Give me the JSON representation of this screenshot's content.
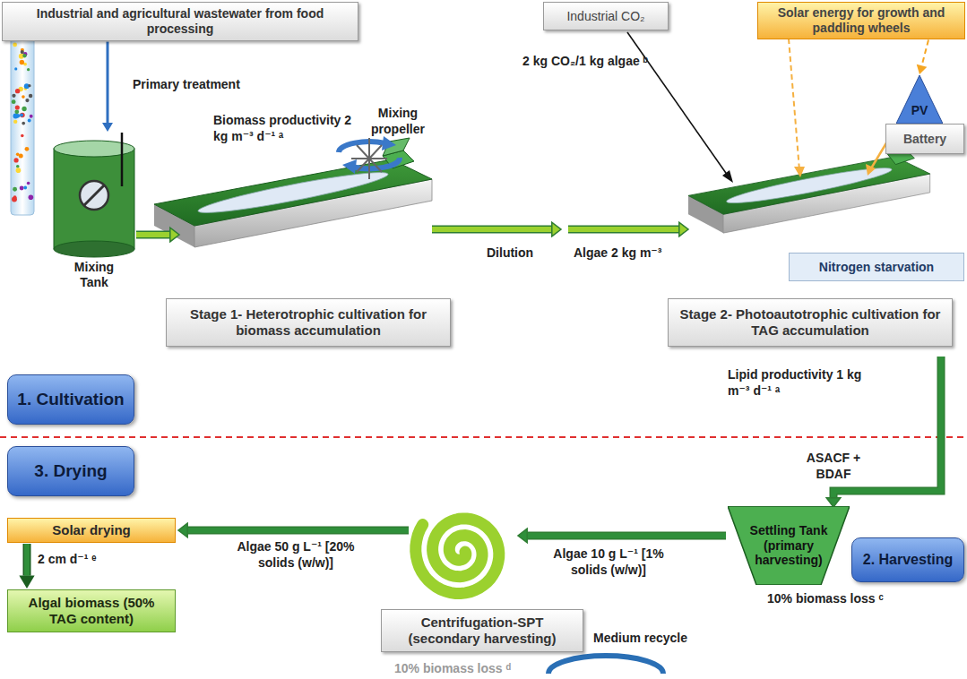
{
  "diagram": {
    "nodes": [
      {
        "text": [
          "Industrial and agricultural wastewater from food processing"
        ]
      },
      {
        "text": [
          "Mixing Tank"
        ]
      },
      {
        "text": [
          "Stage 1- Heterotrophic cultivation for biomass accumulation"
        ]
      },
      {
        "text": [
          "Industrial CO₂"
        ]
      },
      {
        "text": [
          "Solar energy for growth and paddling wheels"
        ]
      },
      {
        "text": [
          "PV"
        ]
      },
      {
        "text": [
          "Battery"
        ]
      },
      {
        "text": [
          "Nitrogen starvation"
        ]
      },
      {
        "text": [
          "Stage 2- Photoautotrophic cultivation for TAG accumulation"
        ]
      },
      {
        "text": [
          "1. Cultivation"
        ]
      },
      {
        "text": [
          "3. Drying"
        ]
      },
      {
        "text": [
          "Settling Tank (primary harvesting)"
        ]
      },
      {
        "text": [
          "2. Harvesting"
        ]
      },
      {
        "text": [
          "Centrifugation-SPT (secondary harvesting)"
        ]
      },
      {
        "text": [
          "Solar drying"
        ]
      },
      {
        "text": [
          "Algal biomass (50% TAG content)"
        ]
      }
    ],
    "edges": [
      {
        "from": 0,
        "to": 1,
        "arrow": "to"
      },
      {
        "from": 4,
        "to": 5,
        "arrow": "to"
      },
      {
        "from": 14,
        "to": 15,
        "arrow": "to"
      }
    ],
    "labels": [
      "Primary treatment",
      "Biomass productivity 2 kg m⁻³ d⁻¹ ᵃ",
      "Mixing propeller",
      "Dilution",
      "Algae 2 kg m⁻³",
      "2 kg CO₂/1 kg algae ᵇ",
      "Lipid productivity 1 kg m⁻³ d⁻¹ ᵃ",
      "ASACF + BDAF",
      "10% biomass loss ᶜ",
      "Algae 10 g L⁻¹ [1% solids (w/w)]",
      "Algae 50 g L⁻¹ [20% solids (w/w)]",
      "2 cm d⁻¹ ᵉ",
      "Medium recycle",
      "10% biomass loss ᵈ"
    ]
  }
}
